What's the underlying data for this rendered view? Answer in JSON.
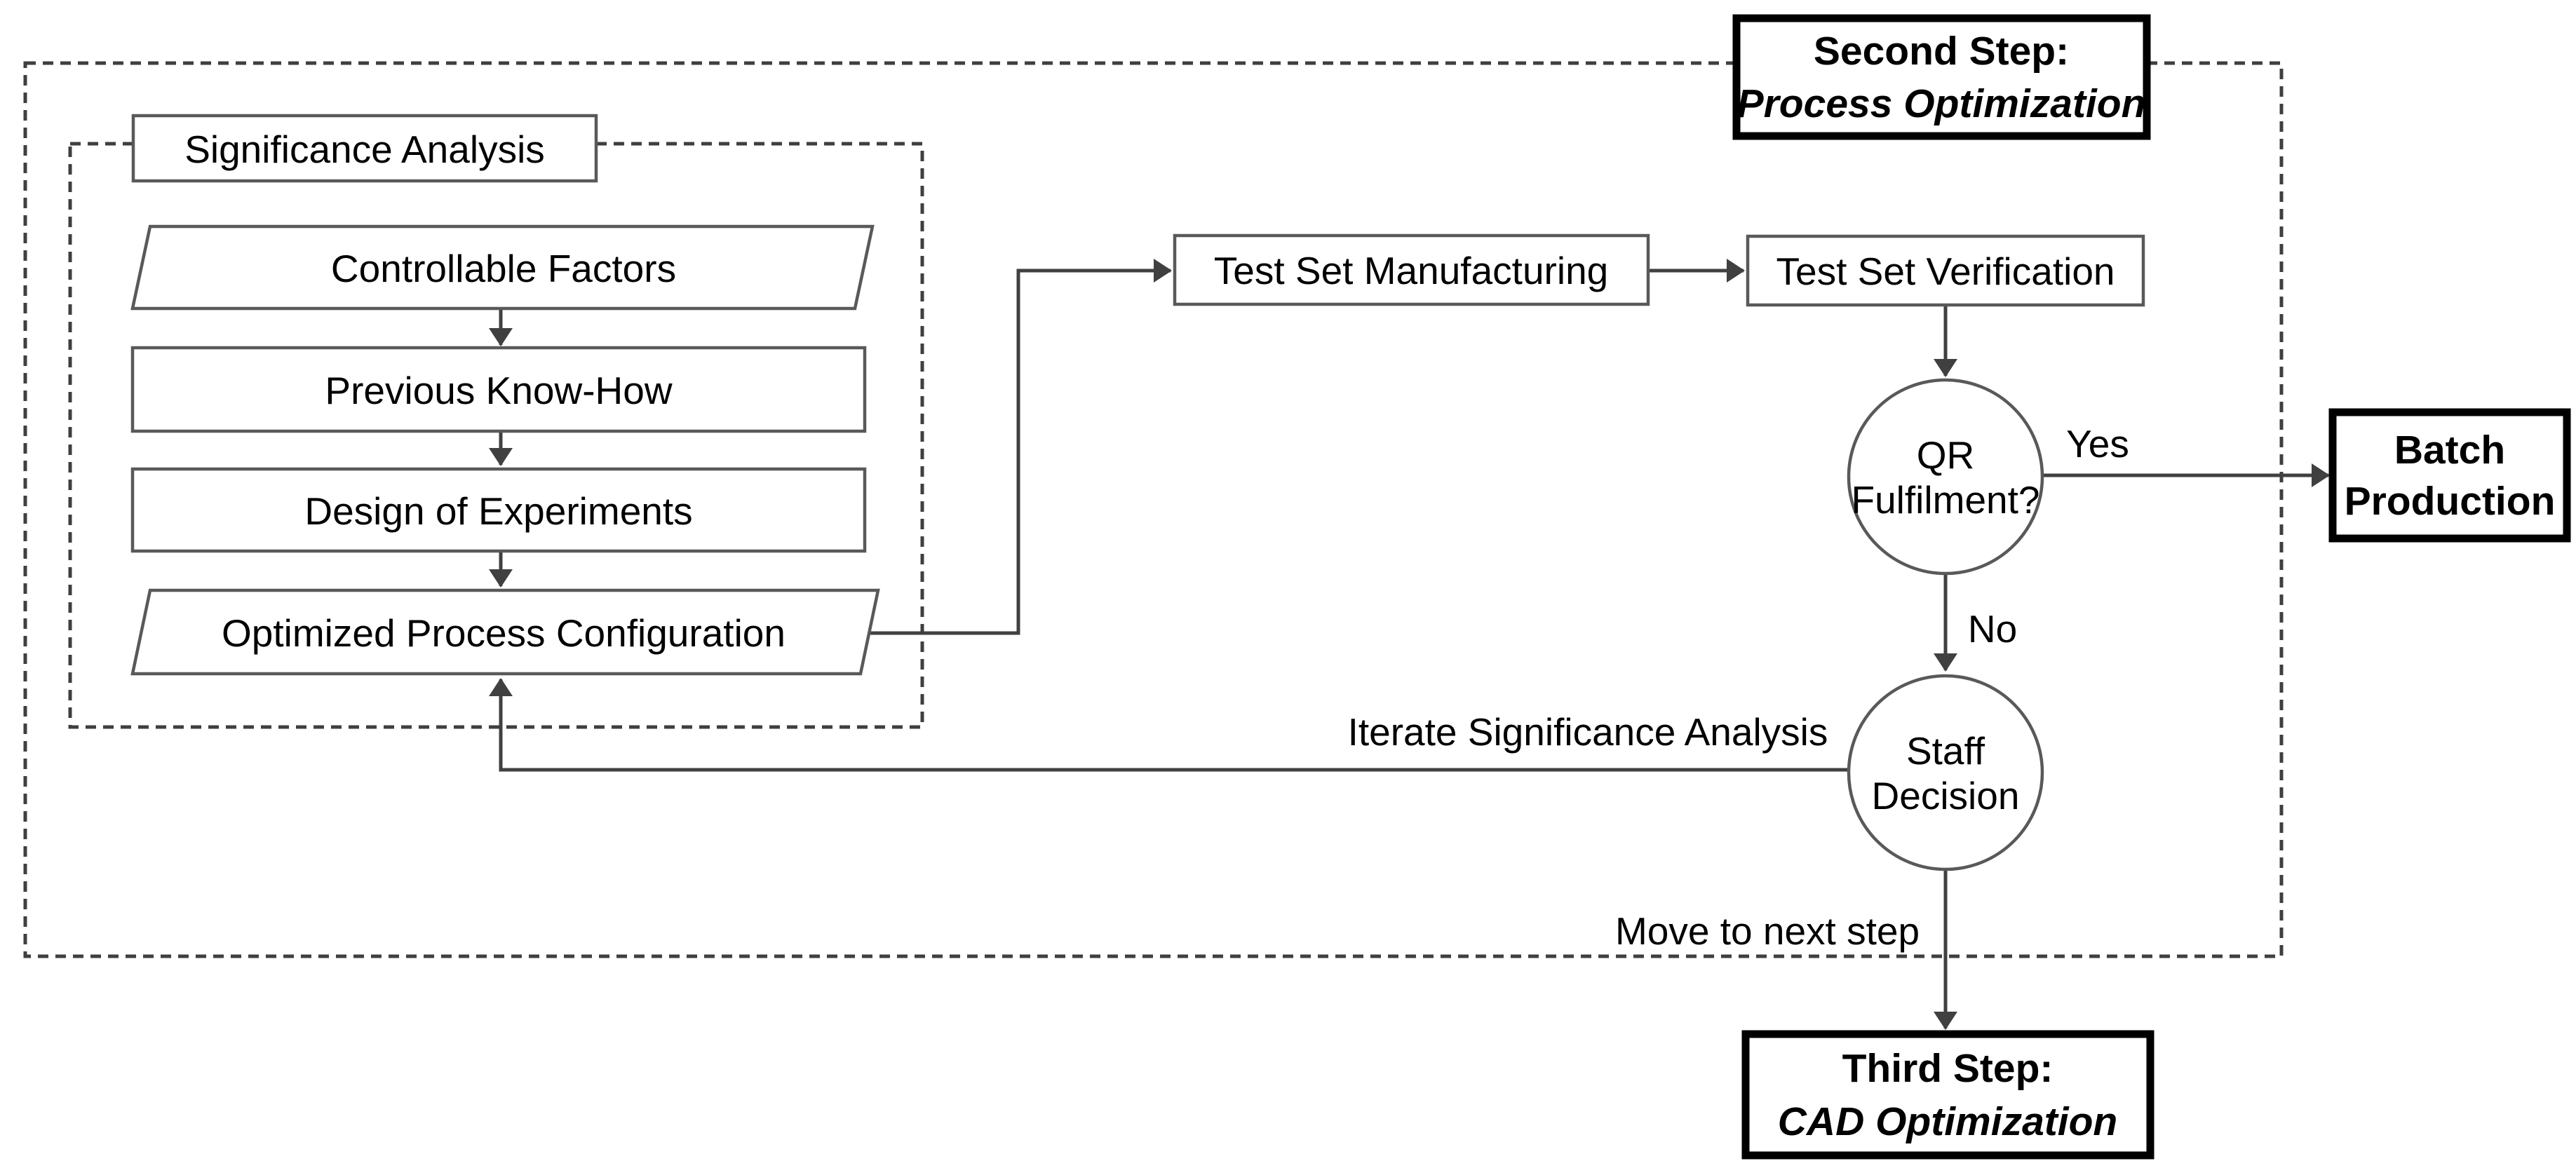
{
  "colors": {
    "background": "#ffffff",
    "connector_line": "#404040",
    "shape_outline": "#595959",
    "bold_outline": "#000000",
    "dashed_boundary": "#3f3f3f",
    "text": "#000000"
  },
  "nodes": {
    "significance_analysis": {
      "label": "Significance Analysis"
    },
    "controllable_factors": {
      "label": "Controllable Factors"
    },
    "previous_know_how": {
      "label": "Previous Know-How"
    },
    "design_of_experiments": {
      "label": "Design of Experiments"
    },
    "optimized_process_configuration": {
      "label": "Optimized Process Configuration"
    },
    "test_set_manufacturing": {
      "label": "Test Set Manufacturing"
    },
    "test_set_verification": {
      "label": "Test Set Verification"
    },
    "qr_fulfilment": {
      "line1": "QR",
      "line2": "Fulfilment?"
    },
    "staff_decision": {
      "line1": "Staff",
      "line2": "Decision"
    },
    "batch_production": {
      "line1": "Batch",
      "line2": "Production"
    },
    "second_step": {
      "line1": "Second Step:",
      "line2": "Process Optimization"
    },
    "third_step": {
      "line1": "Third Step:",
      "line2": "CAD Optimization"
    }
  },
  "edge_labels": {
    "yes": "Yes",
    "no": "No",
    "iterate": "Iterate Significance Analysis",
    "move": "Move to next step"
  }
}
